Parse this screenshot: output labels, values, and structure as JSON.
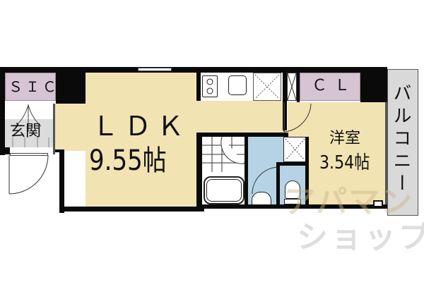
{
  "floor_plan": {
    "rooms": {
      "ldk": {
        "name": "ＬＤＫ",
        "area": "9.55帖"
      },
      "yoshitsu": {
        "name": "洋室",
        "area": "3.54帖"
      },
      "sic": {
        "name": "ＳＩＣ"
      },
      "cl": {
        "name": "ＣＬ"
      },
      "genkan": {
        "name": "玄関"
      },
      "balcony": {
        "name": "バルコニー"
      }
    },
    "watermark": {
      "line1": "アパマン",
      "line2": "ショップ"
    },
    "colors": {
      "living": "#f2e3b3",
      "storage": "#d6c4d3",
      "wet_area": "#b5d3e4",
      "entrance": "#dcdcdc",
      "balcony": "#d9d9d9",
      "wall": "#0a0a0a"
    }
  }
}
